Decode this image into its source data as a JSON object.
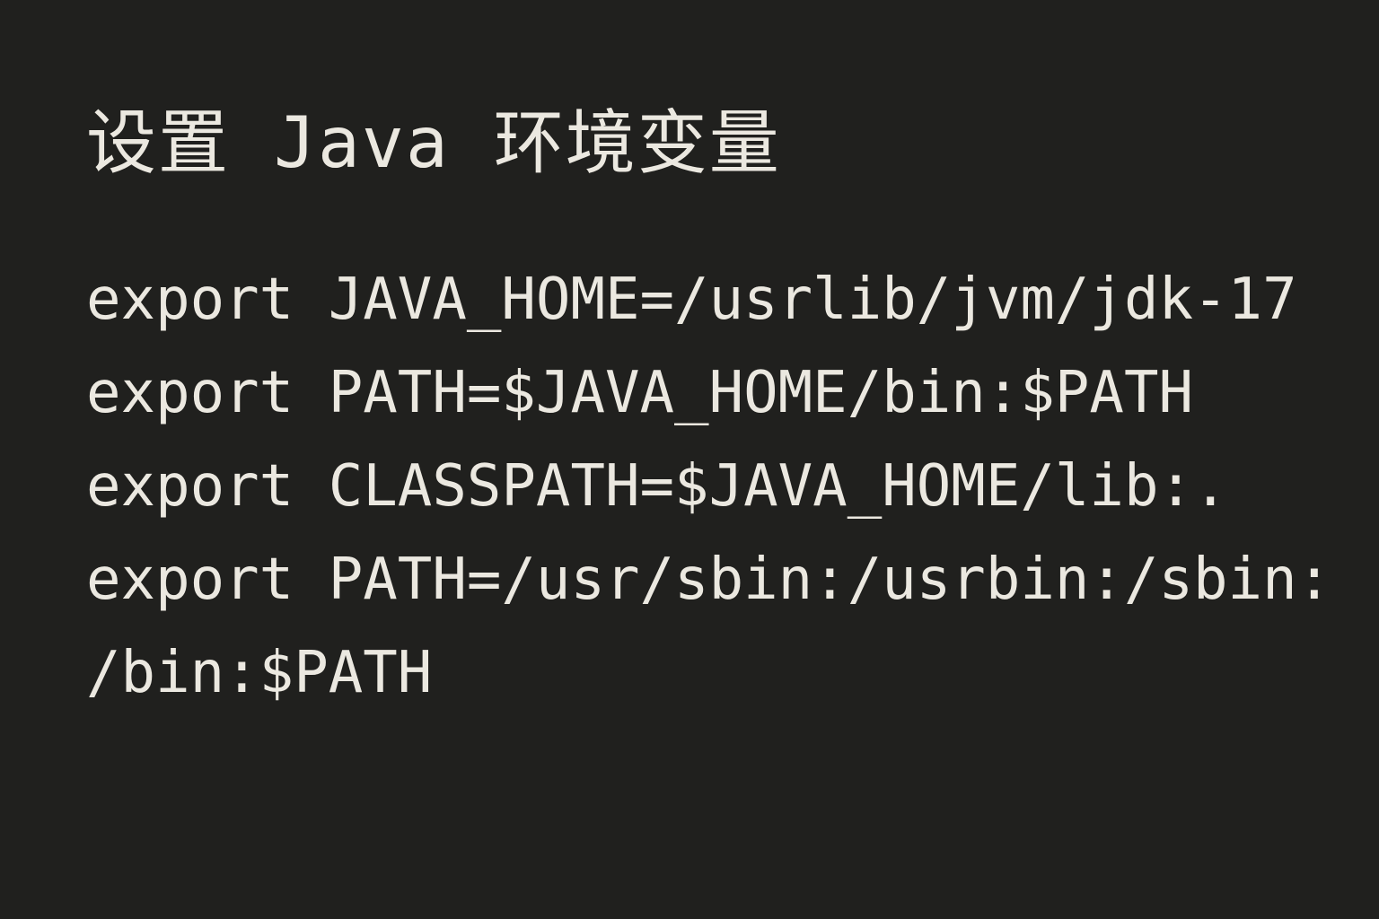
{
  "document": {
    "title": "设置 Java 环境变量",
    "code_lines": [
      "export JAVA_HOME=/usrlib/jvm/jdk-17",
      "export PATH=$JAVA_HOME/bin:$PATH",
      "export CLASSPATH=$JAVA_HOME/lib:.",
      "export PATH=/usr/sbin:/usrbin:/sbin:",
      "/bin:$PATH"
    ]
  },
  "colors": {
    "background": "#20201e",
    "text": "#ebe8e0"
  }
}
